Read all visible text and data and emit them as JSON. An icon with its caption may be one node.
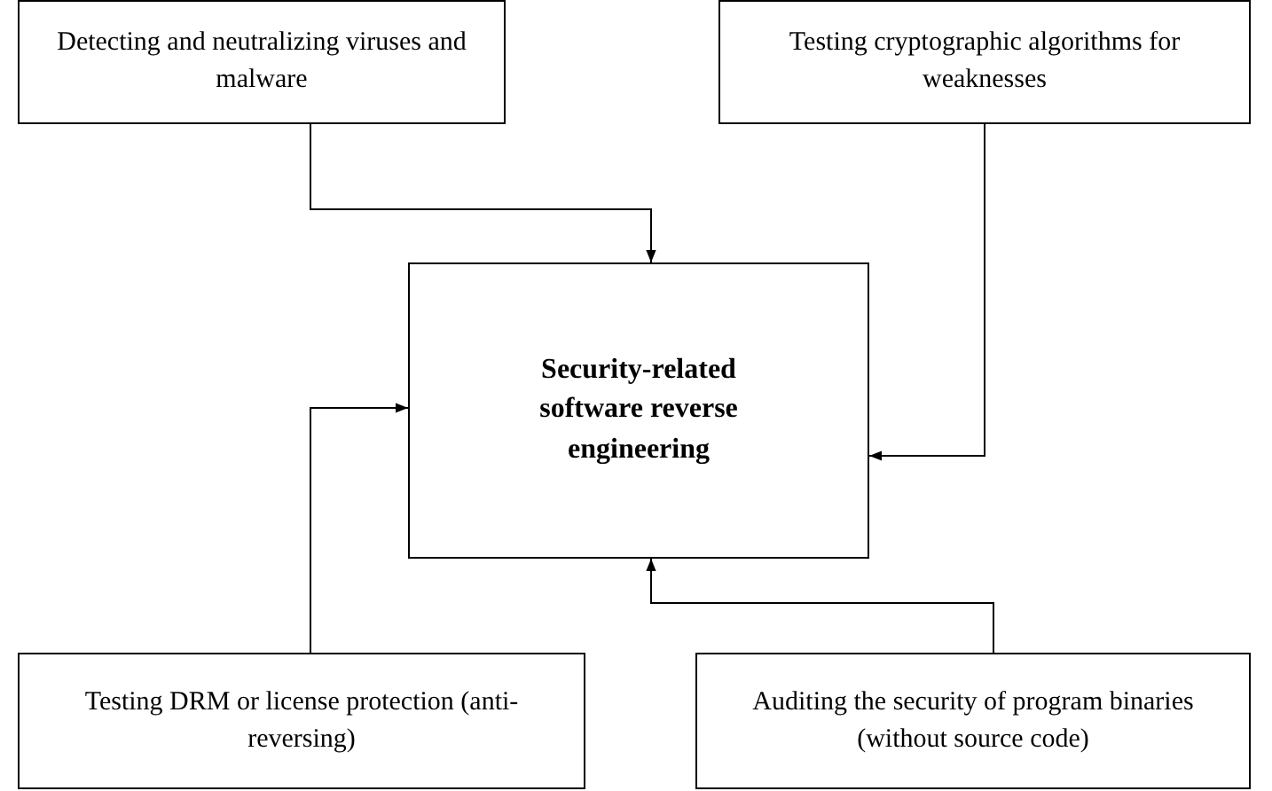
{
  "diagram": {
    "nodes": [
      {
        "text": [
          "Detecting and neutralizing viruses and malware"
        ]
      },
      {
        "text": [
          "Testing cryptographic algorithms for weaknesses"
        ]
      },
      {
        "text": [
          "Security-related software reverse engineering"
        ]
      },
      {
        "text": [
          "Testing DRM or license protection (anti-reversing)"
        ]
      },
      {
        "text": [
          "Auditing the security of program binaries (without source code)"
        ]
      }
    ],
    "edges": [
      {
        "from": 0,
        "to": 2,
        "arrow": "to"
      },
      {
        "from": 1,
        "to": 2,
        "arrow": "to"
      },
      {
        "from": 3,
        "to": 2,
        "arrow": "to"
      },
      {
        "from": 4,
        "to": 2,
        "arrow": "to"
      }
    ]
  }
}
